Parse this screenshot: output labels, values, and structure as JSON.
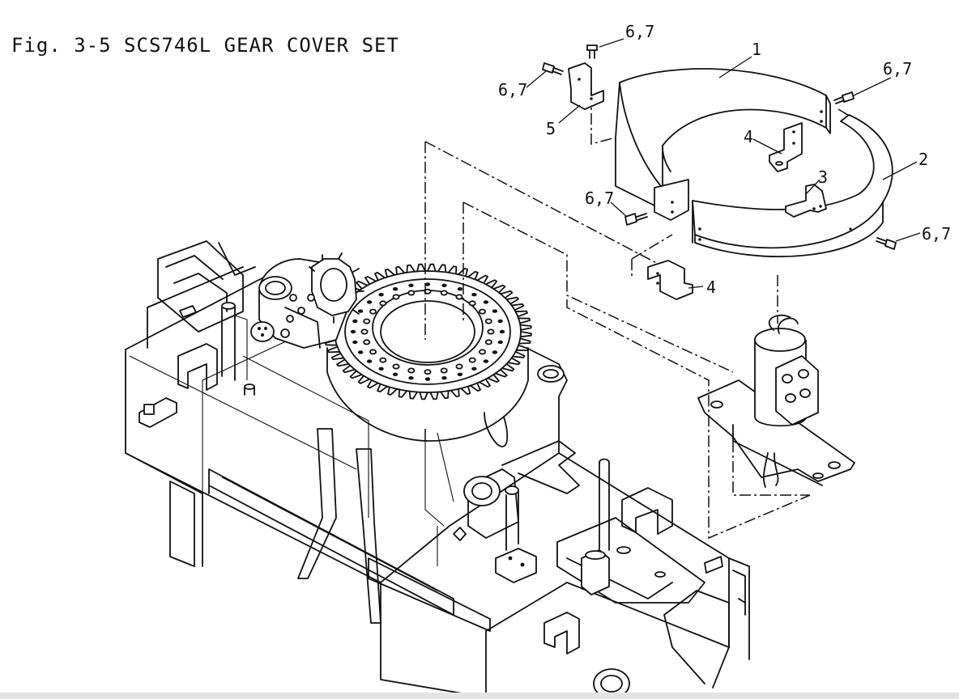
{
  "figure": {
    "title": "Fig. 3-5 SCS746L GEAR COVER SET"
  },
  "callouts": [
    {
      "id": "c1",
      "text": "1"
    },
    {
      "id": "c2",
      "text": "2"
    },
    {
      "id": "c3",
      "text": "3"
    },
    {
      "id": "c4a",
      "text": "4"
    },
    {
      "id": "c4b",
      "text": "4"
    },
    {
      "id": "c5",
      "text": "5"
    },
    {
      "id": "c67a",
      "text": "6,7"
    },
    {
      "id": "c67b",
      "text": "6,7"
    },
    {
      "id": "c67c",
      "text": "6,7"
    },
    {
      "id": "c67d",
      "text": "6,7"
    },
    {
      "id": "c67e",
      "text": "6,7"
    }
  ]
}
